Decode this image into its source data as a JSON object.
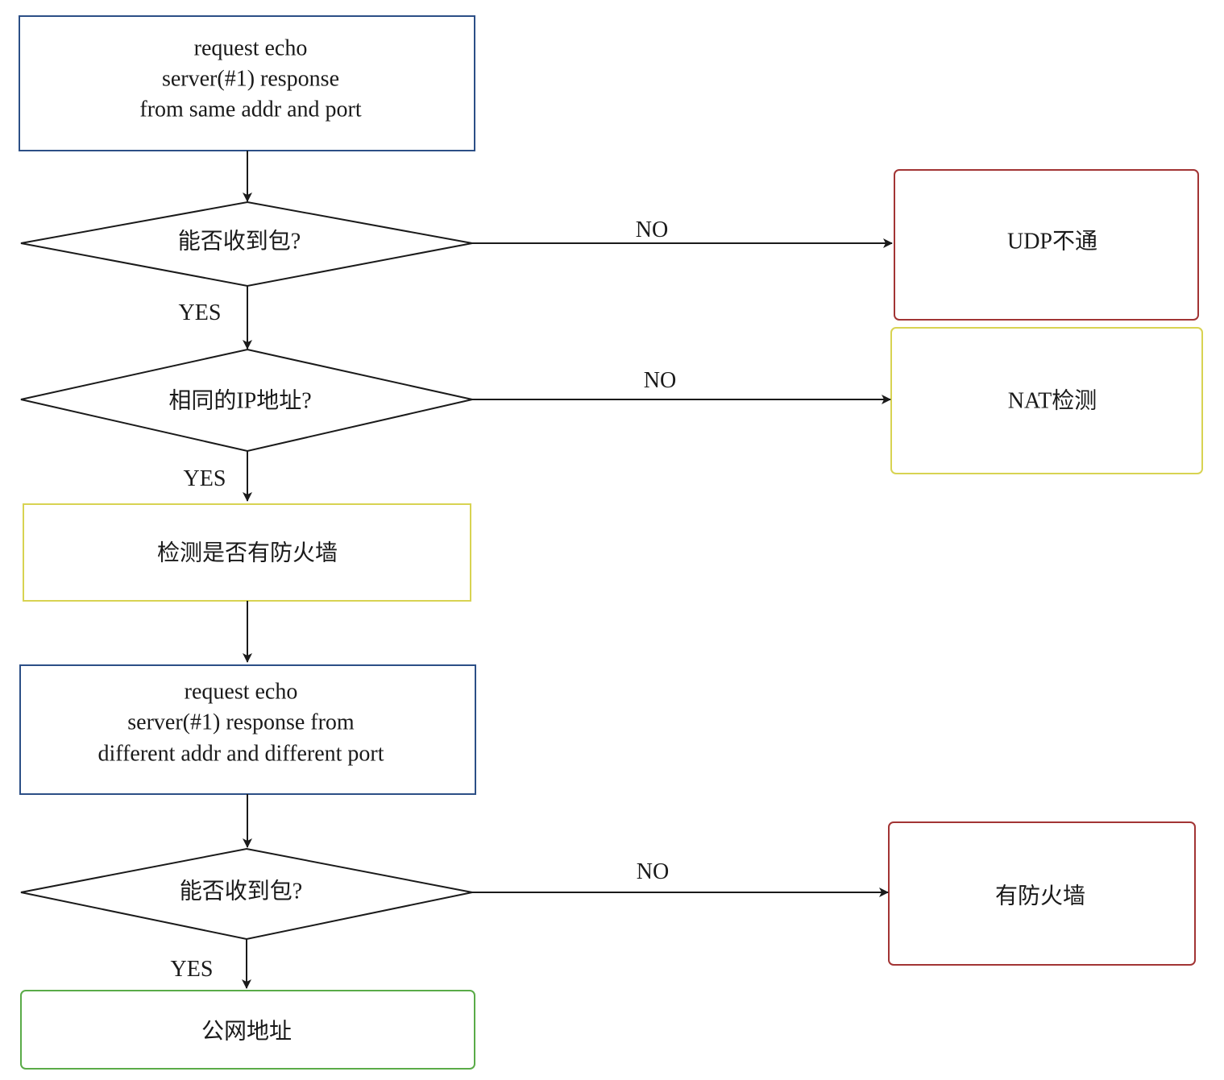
{
  "colors": {
    "blue": "#2c4f86",
    "red": "#a23434",
    "yellow": "#d8d352",
    "green": "#5aab48",
    "line": "#1a1a1a"
  },
  "nodes": {
    "request_same": [
      "request echo",
      "server(#1) response",
      "from same addr and port"
    ],
    "decision_receive_1": "能否收到包?",
    "udp_blocked": "UDP不通",
    "decision_same_ip": "相同的IP地址?",
    "nat_detect": "NAT检测",
    "detect_firewall": "检测是否有防火墙",
    "request_diff": [
      "request echo",
      "server(#1) response from",
      "different addr and different port"
    ],
    "decision_receive_2": "能否收到包?",
    "has_firewall": "有防火墙",
    "public_addr": "公网地址"
  },
  "edge_labels": {
    "no_1": "NO",
    "yes_1": "YES",
    "no_2": "NO",
    "yes_2": "YES",
    "no_3": "NO",
    "yes_3": "YES"
  }
}
